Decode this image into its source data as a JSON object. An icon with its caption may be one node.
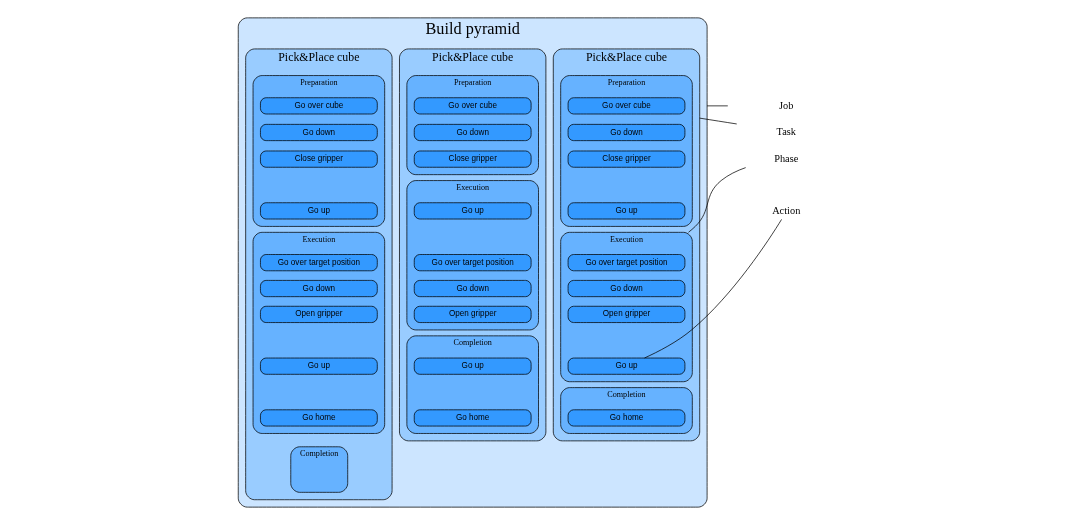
{
  "diagram": {
    "nodes": [
      {
        "text": [
          "Build pyramid"
        ]
      },
      {
        "text": [
          "Pick&Place cube"
        ],
        "in": 0
      },
      {
        "text": [
          "Preparation"
        ],
        "in": 1
      },
      {
        "text": [
          "Go over cube"
        ],
        "in": 2
      },
      {
        "text": [
          "Go down"
        ],
        "in": 2
      },
      {
        "text": [
          "Close gripper"
        ],
        "in": 2
      },
      {
        "text": [
          "Go up"
        ],
        "in": 2
      },
      {
        "text": [
          "Execution"
        ],
        "in": 1
      },
      {
        "text": [
          "Go over target position"
        ],
        "in": 7
      },
      {
        "text": [
          "Go down"
        ],
        "in": 7
      },
      {
        "text": [
          "Open gripper"
        ],
        "in": 7
      },
      {
        "text": [
          "Go up"
        ],
        "in": 7
      },
      {
        "text": [
          "Completion"
        ],
        "in": 1
      },
      {
        "text": [
          "Go home"
        ],
        "in": 12
      },
      {
        "text": [
          "Pick&Place cube"
        ],
        "in": 0
      },
      {
        "text": [
          "Preparation"
        ],
        "in": 14
      },
      {
        "text": [
          "Go over cube"
        ],
        "in": 15
      },
      {
        "text": [
          "Go down"
        ],
        "in": 15
      },
      {
        "text": [
          "Close gripper"
        ],
        "in": 15
      },
      {
        "text": [
          "Execution"
        ],
        "in": 14
      },
      {
        "text": [
          "Go up"
        ],
        "in": 19
      },
      {
        "text": [
          "Go over target position"
        ],
        "in": 19
      },
      {
        "text": [
          "Go down"
        ],
        "in": 19
      },
      {
        "text": [
          "Open gripper"
        ],
        "in": 19
      },
      {
        "text": [
          "Completion"
        ],
        "in": 14
      },
      {
        "text": [
          "Go up"
        ],
        "in": 24
      },
      {
        "text": [
          "Go home"
        ],
        "in": 24
      },
      {
        "text": [
          "Pick&Place cube"
        ],
        "in": 0
      },
      {
        "text": [
          "Preparation"
        ],
        "in": 27
      },
      {
        "text": [
          "Go over cube"
        ],
        "in": 28
      },
      {
        "text": [
          "Go down"
        ],
        "in": 28
      },
      {
        "text": [
          "Close gripper"
        ],
        "in": 28
      },
      {
        "text": [
          "Go up"
        ],
        "in": 28
      },
      {
        "text": [
          "Execution"
        ],
        "in": 27
      },
      {
        "text": [
          "Go over target position"
        ],
        "in": 33
      },
      {
        "text": [
          "Go down"
        ],
        "in": 33
      },
      {
        "text": [
          "Open gripper"
        ],
        "in": 33
      },
      {
        "text": [
          "Go up"
        ],
        "in": 33
      },
      {
        "text": [
          "Go home"
        ],
        "in": 33
      },
      {
        "text": [
          "Completion"
        ],
        "in": 27
      },
      {
        "text": [
          "Job"
        ]
      },
      {
        "text": [
          "Task"
        ]
      },
      {
        "text": [
          "Phase"
        ]
      },
      {
        "text": [
          "Action"
        ]
      }
    ],
    "edges": [
      {
        "from": 40,
        "to": 0,
        "arrow": "none"
      },
      {
        "from": 41,
        "to": 1,
        "arrow": "none"
      },
      {
        "from": 42,
        "to": 7,
        "arrow": "none"
      },
      {
        "from": 43,
        "to": 11,
        "arrow": "none"
      }
    ]
  }
}
